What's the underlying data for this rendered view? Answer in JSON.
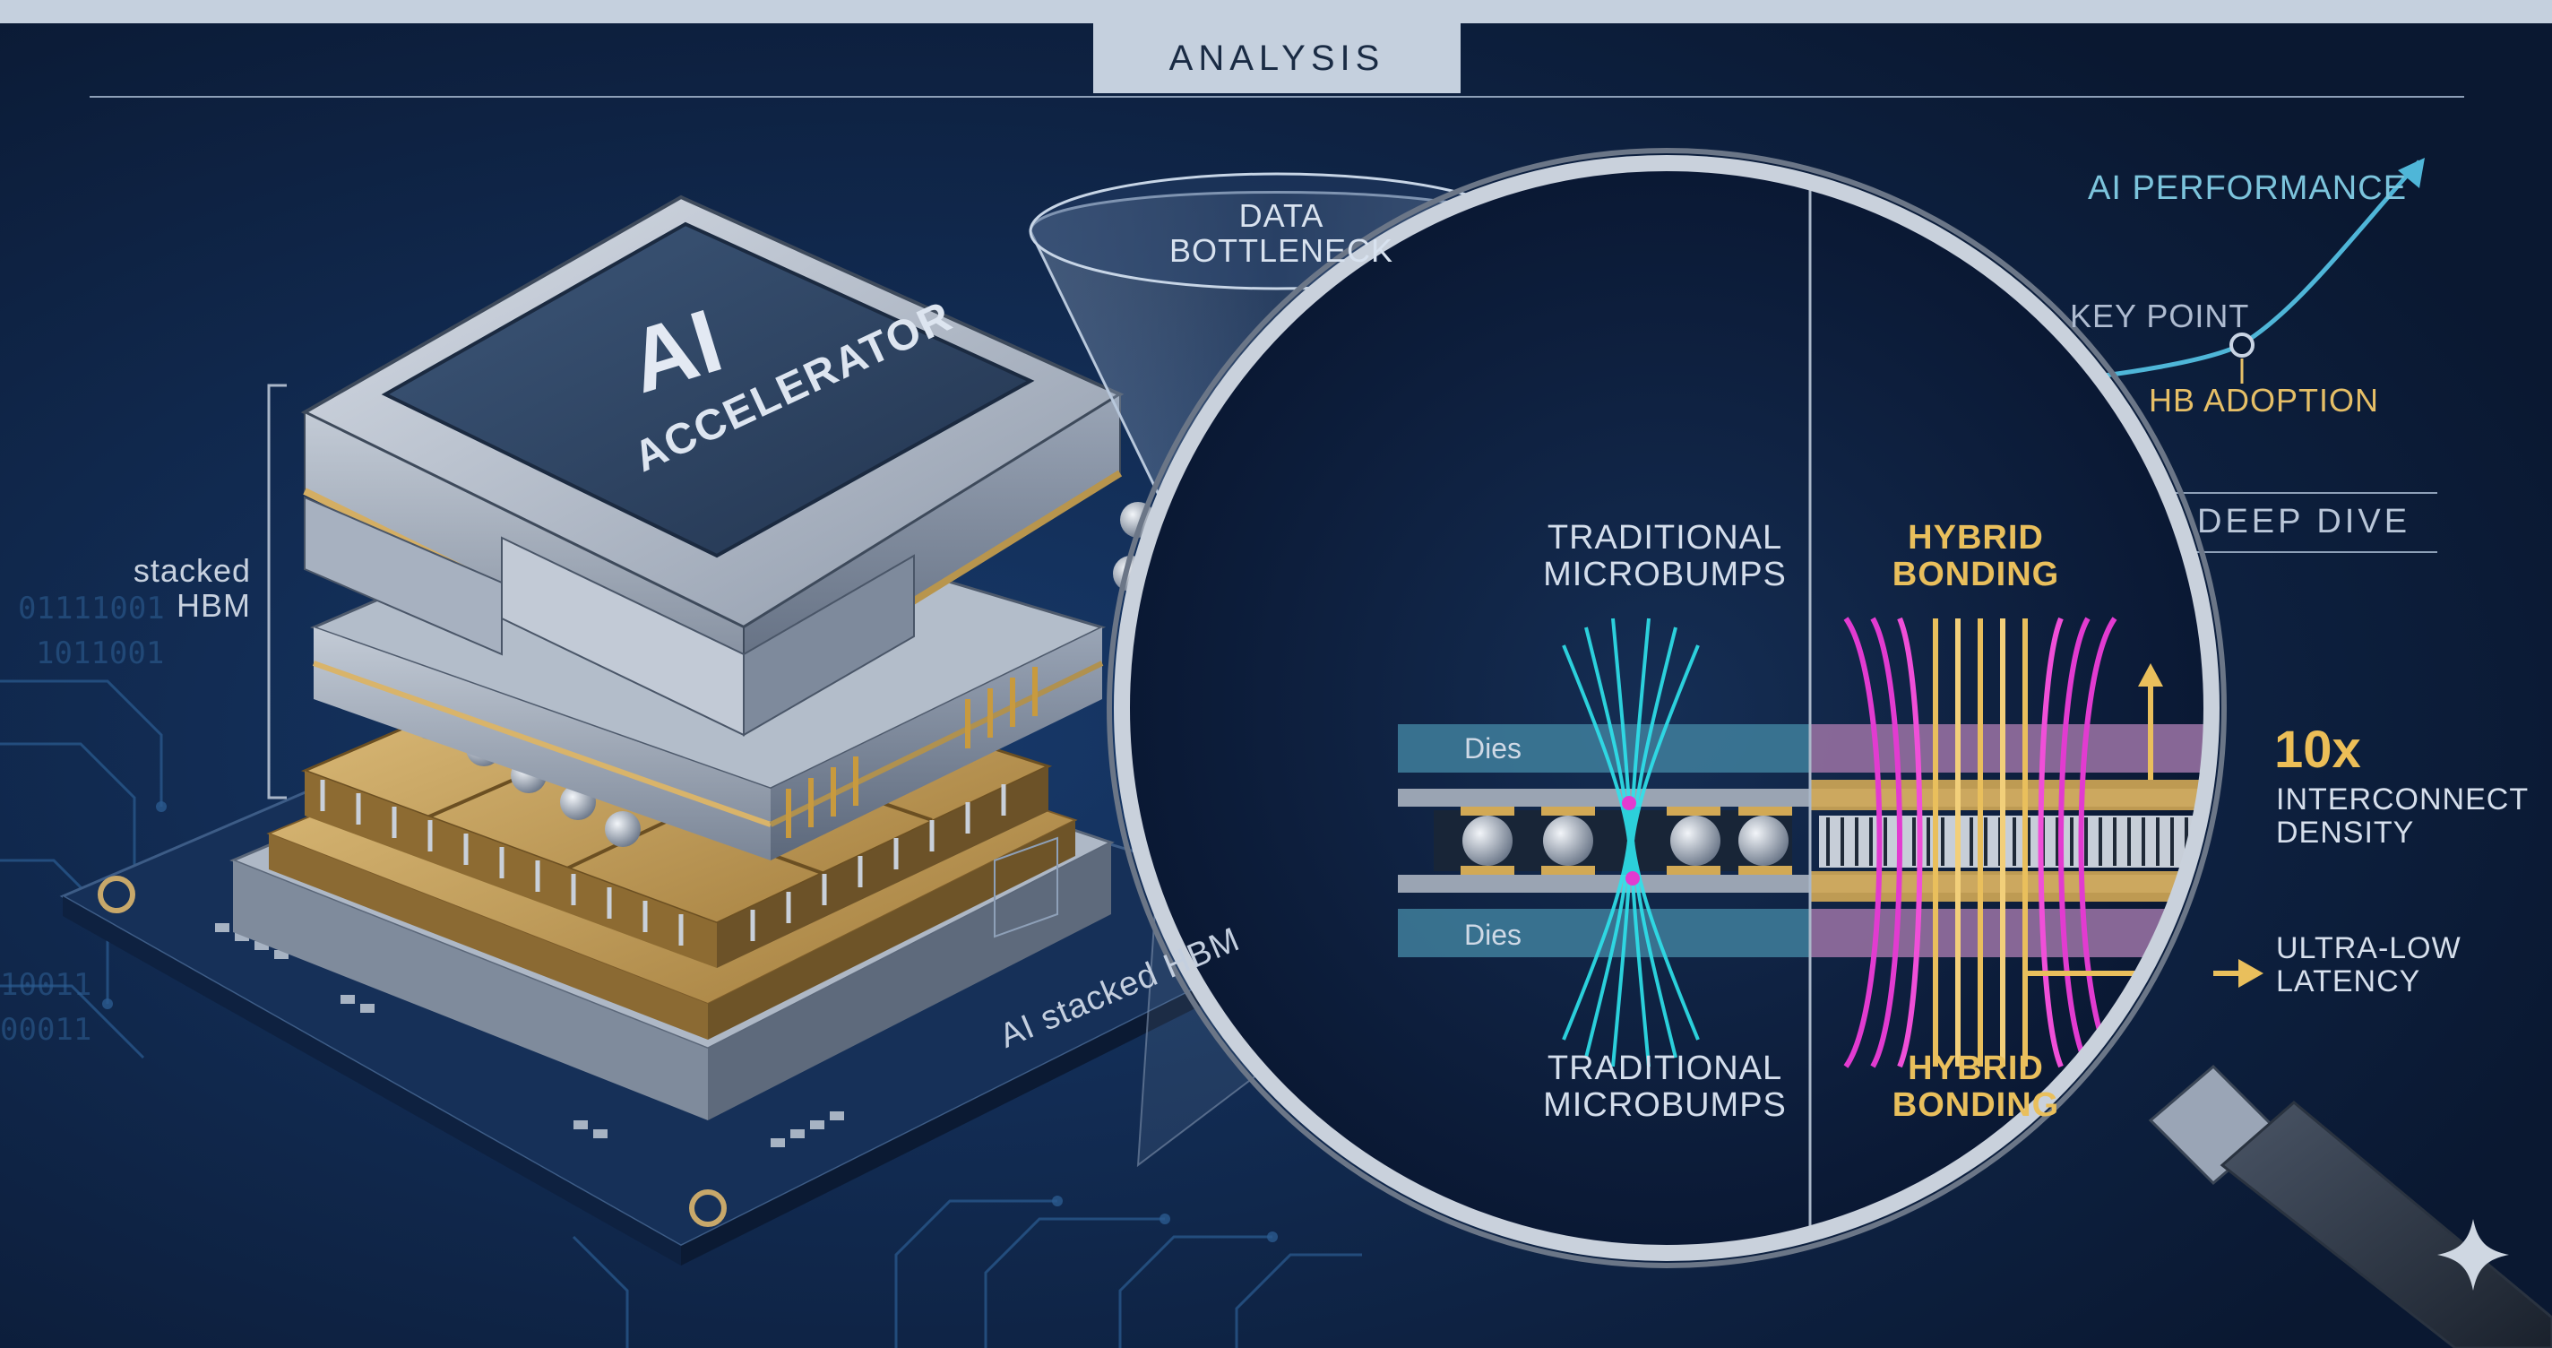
{
  "header": {
    "title": "ANALYSIS"
  },
  "left": {
    "stack_label_line1": "stacked",
    "stack_label_line2": "HBM"
  },
  "chip": {
    "brand": "AI",
    "name": "ACCELERATOR",
    "board_label": "AI stacked HBM"
  },
  "funnel": {
    "label_line1": "DATA",
    "label_line2": "BOTTLENECK"
  },
  "trend": {
    "title": "AI PERFORMANCE",
    "marker_label": "KEY POINT",
    "marker_sublabel": "HB ADOPTION"
  },
  "deep_dive": {
    "label": "DEEP DIVE"
  },
  "magnifier": {
    "traditional_line1": "TRADITIONAL",
    "traditional_line2": "MICROBUMPS",
    "hybrid_line1": "HYBRID",
    "hybrid_line2": "BONDING",
    "die_label": "Dies"
  },
  "benefits": {
    "multiplier": "10x",
    "density_line1": "INTERCONNECT",
    "density_line2": "DENSITY",
    "latency_line1": "ULTRA-LOW",
    "latency_line2": "LATENCY"
  },
  "colors": {
    "background": "#0b1b36",
    "gold_accent": "#e9bf5c",
    "cyan_signal": "#2fe3ec",
    "magenta_signal": "#e23bd0",
    "trend_line": "#4fb6d8"
  }
}
